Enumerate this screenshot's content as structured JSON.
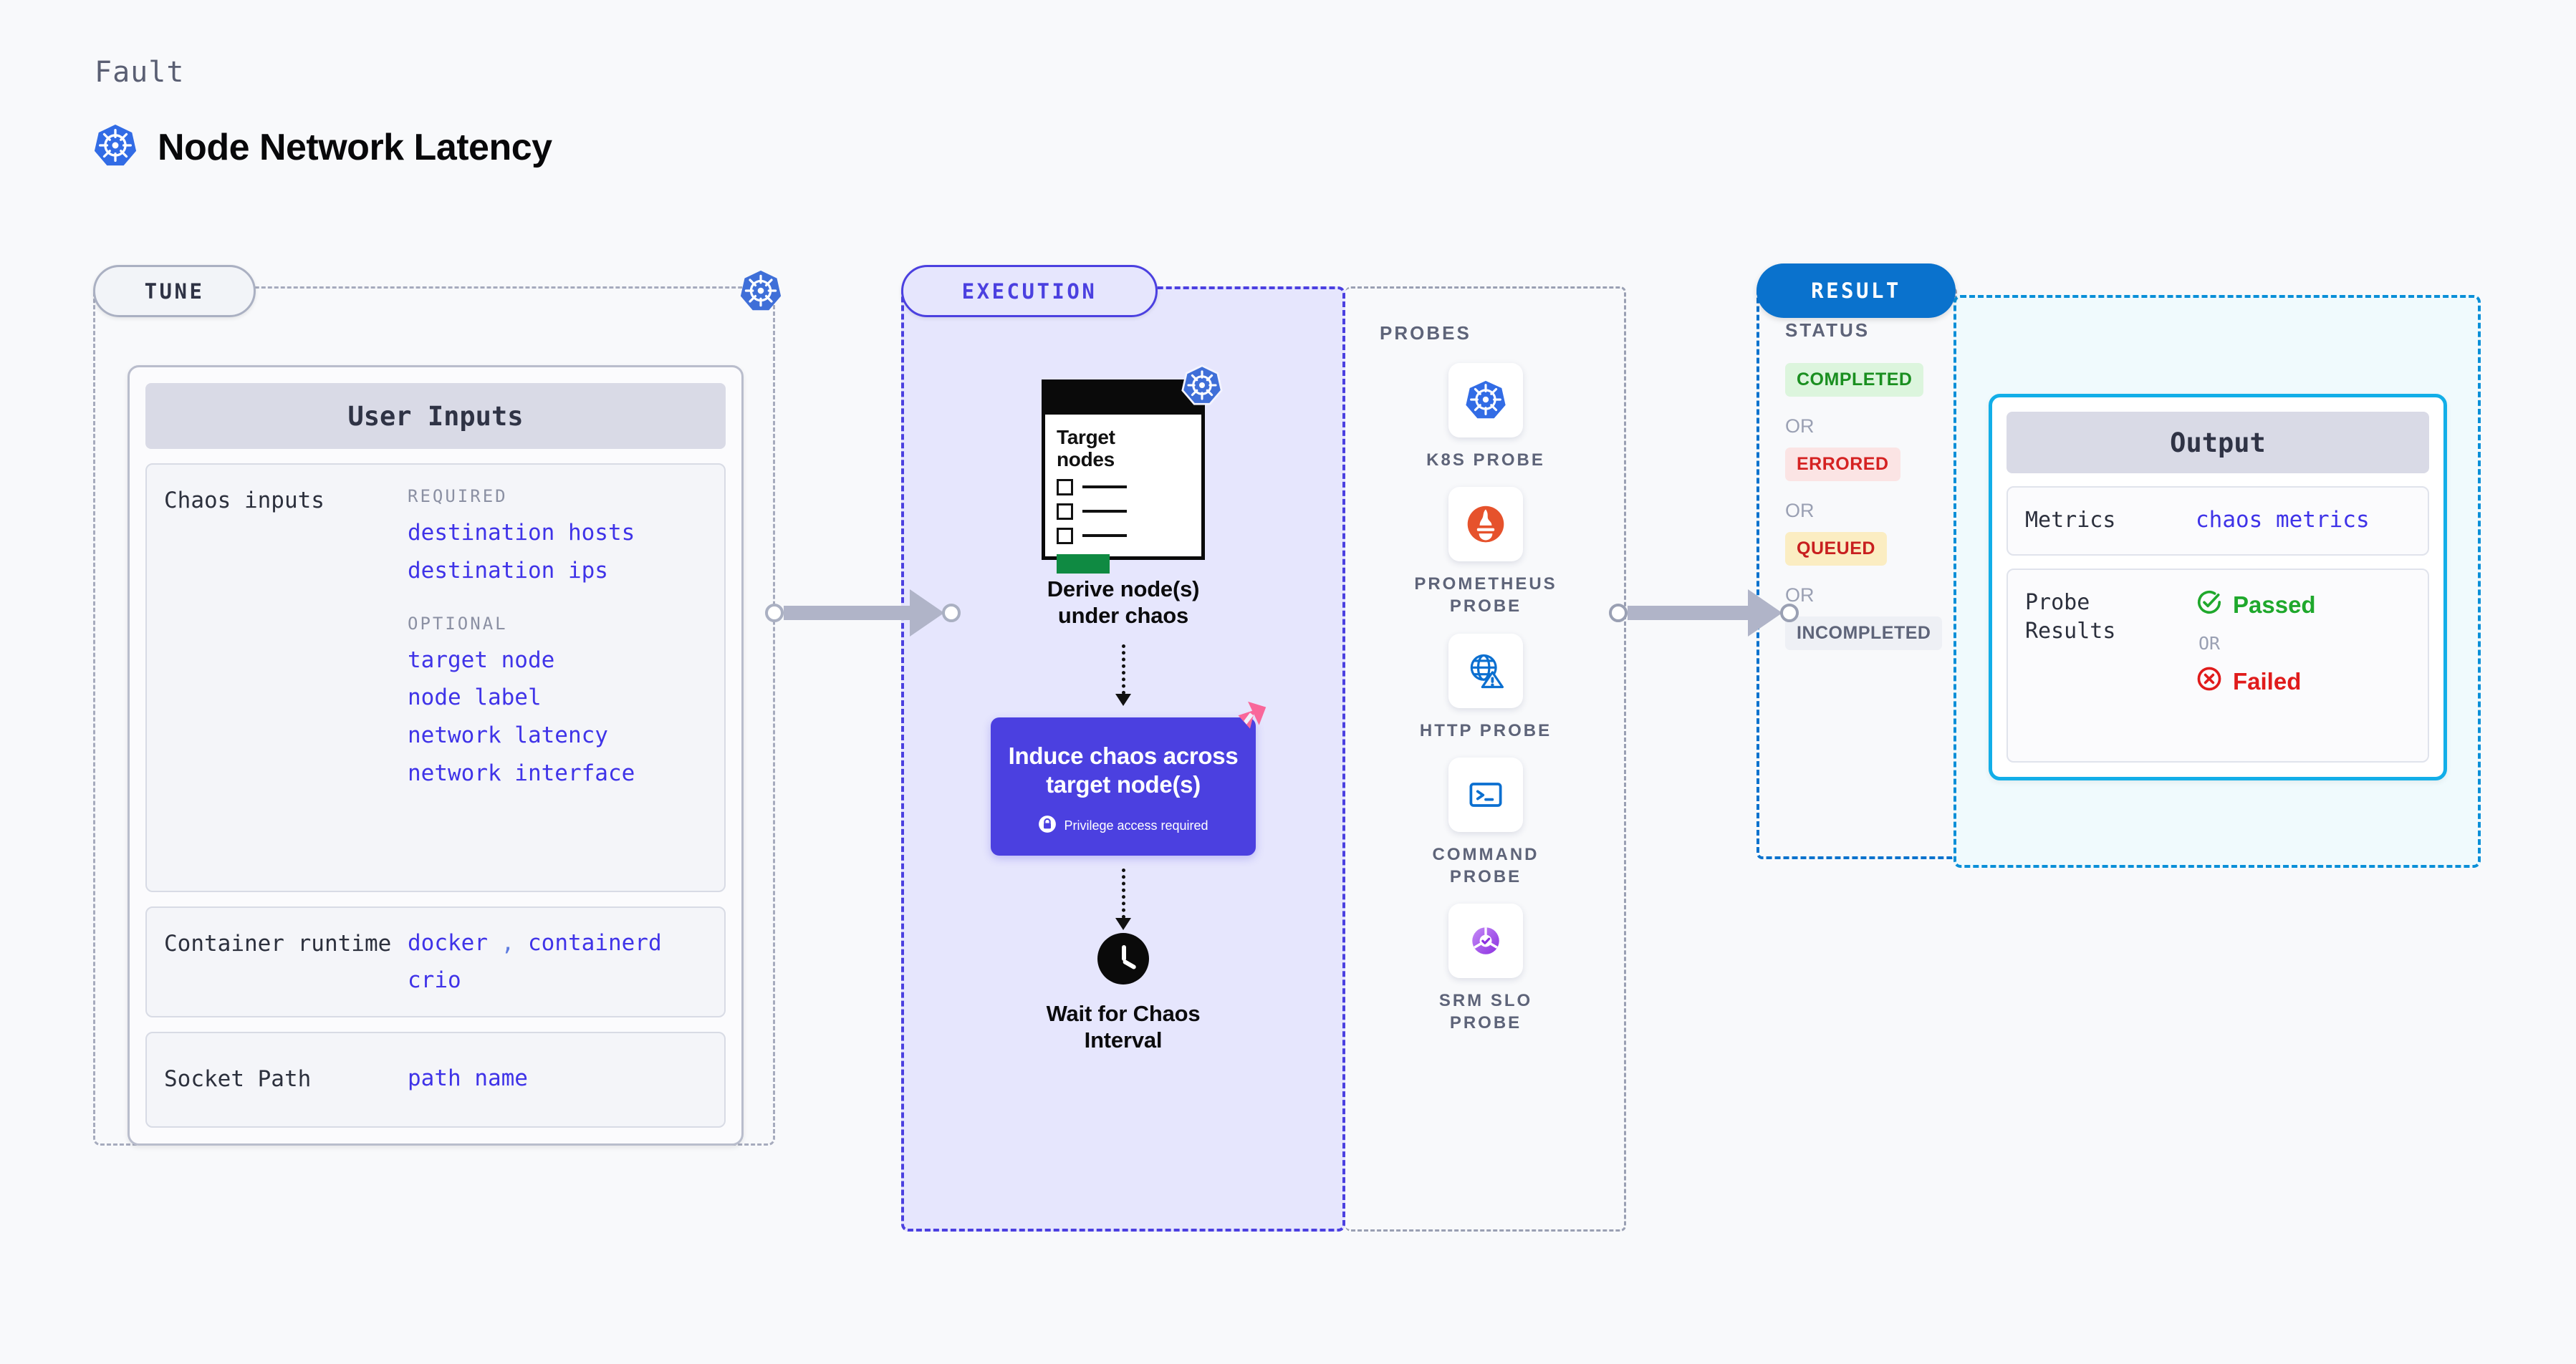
{
  "header": {
    "kicker": "Fault",
    "title": "Node Network Latency",
    "logo_icon": "kubernetes-icon"
  },
  "tune": {
    "badge_label": "TUNE",
    "corner_icon": "kubernetes-icon",
    "card_header": "User Inputs",
    "sections": [
      {
        "label": "Chaos inputs",
        "groups": [
          {
            "title": "REQUIRED",
            "values": [
              "destination hosts",
              "destination ips"
            ]
          },
          {
            "title": "OPTIONAL",
            "values": [
              "target node",
              "node label",
              "network latency",
              "network interface"
            ]
          }
        ]
      },
      {
        "label": "Container runtime",
        "values_line_1_a": "docker",
        "values_line_1_sep": ",",
        "values_line_1_b": "containerd",
        "values_line_2": "crio"
      },
      {
        "label": "Socket Path",
        "value": "path name"
      }
    ]
  },
  "execution": {
    "badge_label": "EXECUTION",
    "target_card": {
      "title_line_1": "Target",
      "title_line_2": "nodes",
      "corner_icon": "kubernetes-icon",
      "checklist_rows": 3
    },
    "steps": [
      {
        "label_line_1": "Derive node(s)",
        "label_line_2": "under chaos"
      },
      {
        "label_line_1": "Induce chaos across",
        "label_line_2": "target node(s)",
        "note": "Privilege access required",
        "note_icon": "lock-icon",
        "corner_icon": "litmus-icon"
      },
      {
        "label_line_1": "Wait for Chaos",
        "label_line_2": "Interval",
        "icon": "clock-icon"
      }
    ]
  },
  "probes": {
    "title": "PROBES",
    "items": [
      {
        "name_line_1": "K8S PROBE",
        "name_line_2": "",
        "icon": "kubernetes-icon"
      },
      {
        "name_line_1": "PROMETHEUS",
        "name_line_2": "PROBE",
        "icon": "prometheus-icon"
      },
      {
        "name_line_1": "HTTP PROBE",
        "name_line_2": "",
        "icon": "globe-warning-icon"
      },
      {
        "name_line_1": "COMMAND",
        "name_line_2": "PROBE",
        "icon": "terminal-icon"
      },
      {
        "name_line_1": "SRM SLO",
        "name_line_2": "PROBE",
        "icon": "slo-donut-icon"
      }
    ]
  },
  "result": {
    "badge_label": "RESULT",
    "status_title": "STATUS",
    "or_label": "OR",
    "statuses": [
      {
        "label": "COMPLETED",
        "style": "completed"
      },
      {
        "label": "ERRORED",
        "style": "errored"
      },
      {
        "label": "QUEUED",
        "style": "queued"
      },
      {
        "label": "INCOMPLETED",
        "style": "incompleted"
      }
    ]
  },
  "output": {
    "card_header": "Output",
    "metrics_label": "Metrics",
    "metrics_value": "chaos metrics",
    "probe_results_label_line_1": "Probe",
    "probe_results_label_line_2": "Results",
    "passed_label": "Passed",
    "passed_icon": "check-circle-icon",
    "failed_label": "Failed",
    "failed_icon": "x-circle-icon",
    "or_label": "OR"
  },
  "colors": {
    "accent_purple": "#4b40e0",
    "accent_blue": "#0a72cd",
    "accent_cyan": "#12aee8",
    "kubernetes_blue": "#326ce5",
    "prometheus_orange": "#e6522c",
    "litmus_pink": "#f9679a",
    "pass_green": "#1fa82c",
    "fail_red": "#e01b1b",
    "value_indigo": "#3f33e8",
    "page_bg": "#f8f9fb"
  }
}
